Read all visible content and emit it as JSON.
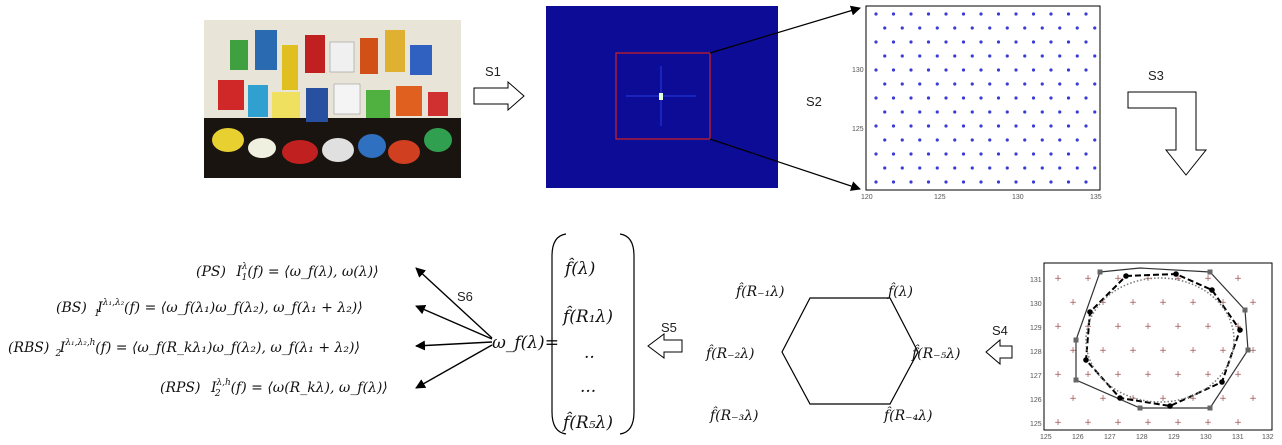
{
  "steps": {
    "s1": "S1",
    "s2": "S2",
    "s3": "S3",
    "s4": "S4",
    "s5": "S5",
    "s6": "S6"
  },
  "lattice_plot": {
    "y_ticks": [
      "130",
      "125"
    ],
    "x_ticks": [
      "120",
      "125",
      "130",
      "135"
    ],
    "dot_color": "#3b3bd6"
  },
  "zoom_plot": {
    "y_ticks": [
      "131",
      "130",
      "129",
      "128",
      "127",
      "126",
      "125"
    ],
    "x_ticks": [
      "125",
      "126",
      "127",
      "128",
      "129",
      "130",
      "131",
      "132"
    ],
    "dot_color": "#a05050"
  },
  "equations": {
    "ps": {
      "prefix": "(PS)",
      "lhs": "I",
      "lhs_sub": "1",
      "lhs_sup": "λ",
      "rhs": "(f) = ⟨ω_f(λ), ω(λ)⟩"
    },
    "bs": {
      "prefix": "(BS)",
      "lhs": "I",
      "lhs_sub": "1",
      "lhs_sup": "λ₁,λ₂",
      "rhs": "(f) = ⟨ω_f(λ₁)ω_f(λ₂), ω_f(λ₁ + λ₂)⟩"
    },
    "rbs": {
      "prefix": "(RBS)",
      "lhs": "I",
      "lhs_sub": "2",
      "lhs_sup": "λ₁,λ₂,h",
      "rhs": "(f) = ⟨ω_f(R_kλ₁)ω_f(λ₂), ω_f(λ₁ + λ₂)⟩"
    },
    "rps": {
      "prefix": "(RPS)",
      "lhs": "I",
      "lhs_sub": "2",
      "lhs_sup": "λ,h",
      "rhs": "(f) = ⟨ω(R_kλ), ω_f(λ)⟩"
    }
  },
  "omega_label": "ω_f(λ)=",
  "vector_entries": [
    "f̂(λ)",
    "f̂(R₁λ)",
    "..",
    "...",
    "f̂(R₅λ)"
  ],
  "hexagon_labels": {
    "top_left": "f̂(R₋₁λ)",
    "top_right": "f̂(λ)",
    "mid_left": "f̂(R₋₂λ)",
    "mid_right": "f̂(R₋₅λ)",
    "bottom_left": "f̂(R₋₃λ)",
    "bottom_right": "f̂(R₋₄λ)"
  },
  "colors": {
    "spectrum_bg": "#0c0c96",
    "zoom_box": "#d02020"
  }
}
